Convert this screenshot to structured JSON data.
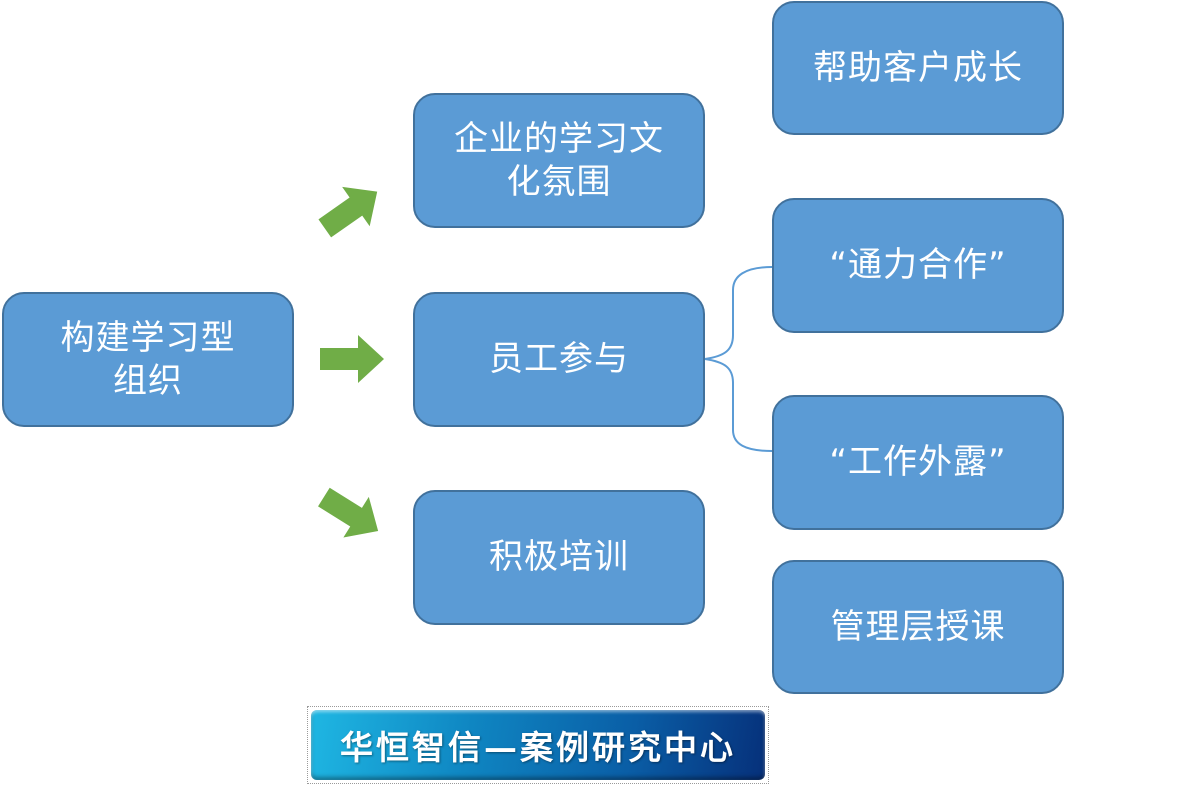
{
  "diagram": {
    "root": {
      "lines": [
        "构建学习型",
        "组织"
      ]
    },
    "branches": [
      {
        "lines": [
          "企业的学习文",
          "化氛围"
        ]
      },
      {
        "lines": [
          "员工参与"
        ]
      },
      {
        "lines": [
          "积极培训"
        ]
      }
    ],
    "leaves": [
      {
        "lines": [
          "帮助客户成长"
        ]
      },
      {
        "lines": [
          "“通力合作”"
        ]
      },
      {
        "lines": [
          "“工作外露”"
        ]
      },
      {
        "lines": [
          "管理层授课"
        ]
      }
    ],
    "connections": [
      {
        "from": "构建学习型组织",
        "to": "企业的学习文化氛围",
        "type": "arrow",
        "direction": "up-right"
      },
      {
        "from": "构建学习型组织",
        "to": "员工参与",
        "type": "arrow",
        "direction": "right"
      },
      {
        "from": "构建学习型组织",
        "to": "积极培训",
        "type": "arrow",
        "direction": "down-right"
      },
      {
        "from": "员工参与",
        "to": [
          "“通力合作”",
          "“工作外露”"
        ],
        "type": "brace"
      }
    ],
    "colors": {
      "box_fill": "#5b9bd5",
      "box_border": "#41719c",
      "box_text": "#ffffff",
      "arrow": "#70ad47",
      "brace": "#5b9bd5"
    }
  },
  "footer": {
    "banner_text": "华恒智信—案例研究中心"
  }
}
